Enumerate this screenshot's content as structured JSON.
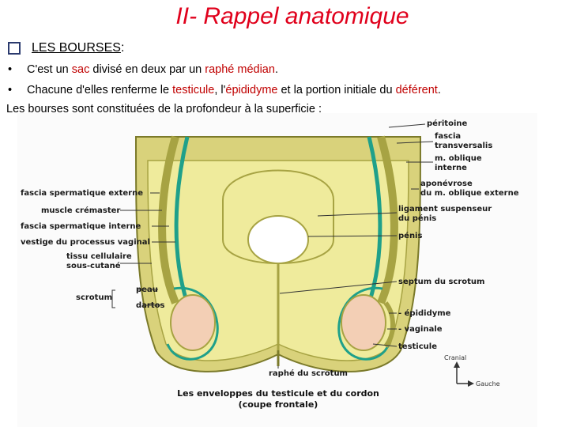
{
  "title": "II- Rappel anatomique",
  "heading": {
    "prefix": "LES BOURSES",
    "suffix": " :"
  },
  "bullets": [
    {
      "bullet": "•",
      "parts": [
        "C'est un ",
        "sac",
        " divisé en deux par un ",
        "raphé médian",
        "."
      ]
    },
    {
      "bullet": "•",
      "parts": [
        "Chacune d'elles renferme le ",
        "testicule",
        ", l'",
        "épididyme",
        " et la portion initiale du ",
        "déférent",
        "."
      ]
    }
  ],
  "intro": "Les bourses sont constituées de la profondeur à la superficie :",
  "figure": {
    "labels_left": [
      "fascia spermatique externe",
      "muscle crémaster",
      "fascia spermatique interne",
      "vestige du processus vaginal",
      "tissu cellulaire",
      "sous-cutané",
      "scrotum",
      "peau",
      "dartos"
    ],
    "labels_right": [
      "péritoine",
      "fascia",
      "transversalis",
      "m. oblique",
      "interne",
      "aponévrose",
      "du m. oblique externe",
      "ligament suspenseur",
      "du pénis",
      "pénis",
      "septum du scrotum",
      "- épididyme",
      "- vaginale",
      "testicule",
      "raphé du scrotum"
    ],
    "compass": {
      "up": "Cranial",
      "side": "Gauche"
    },
    "caption": [
      "Les enveloppes du testicule et du cordon",
      "(coupe frontale)"
    ],
    "colors": {
      "yellow": "#efeb9c",
      "olive": "#a7a343",
      "green": "#1fa08a",
      "testis": "#f3cfb5",
      "skin": "#d9d27b"
    }
  }
}
